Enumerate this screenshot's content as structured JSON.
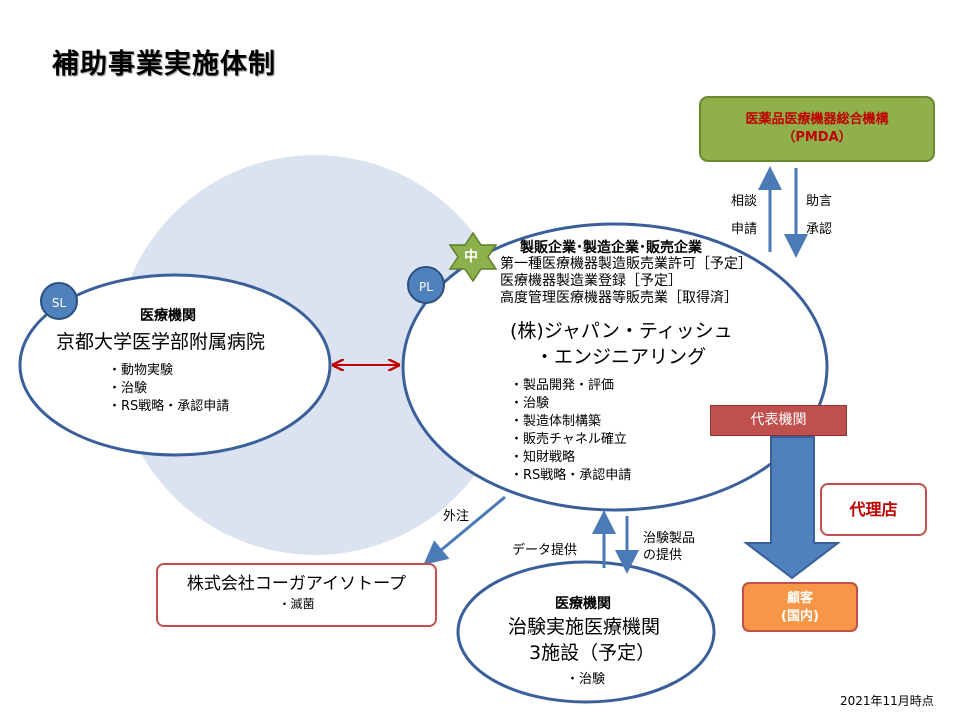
{
  "title": "補助事業実施体制",
  "sl_badge": "SL",
  "pl_badge": "PL",
  "kyoto": {
    "category": "医療機関",
    "name": "京都大学医学部附属病院",
    "items": [
      "・動物実験",
      "・治験",
      "・RS戦略・承認申請"
    ]
  },
  "japan_tissue": {
    "star_label": "中",
    "header": "製販企業･製造企業･販売企業",
    "licenses": [
      "第一種医療機器製造販売業許可［予定］",
      "医療機器製造業登録［予定］",
      "高度管理医療機器等販売業［取得済］"
    ],
    "name_line1": "(株)ジャパン・ティッシュ",
    "name_line2": "・エンジニアリング",
    "items": [
      "・製品開発・評価",
      "・治験",
      "・製造体制構築",
      "・販売チャネル確立",
      "・知財戦略",
      "・RS戦略・承認申請"
    ],
    "rep_label": "代表機関"
  },
  "pmda": {
    "line1": "医薬品医療機器総合機構",
    "line2": "（PMDA）"
  },
  "pmda_arrows": {
    "left_1": "相談",
    "left_2": "申請",
    "right_1": "助言",
    "right_2": "承認"
  },
  "agent": "代理店",
  "customer": {
    "line1": "顧客",
    "line2": "(国内)"
  },
  "outsource_label": "外注",
  "koga": {
    "name": "株式会社コーガアイソトープ",
    "item": "・滅菌"
  },
  "data_label": "データ提供",
  "trial_product_label_1": "治験製品",
  "trial_product_label_2": "の提供",
  "trial": {
    "category": "医療機関",
    "name": "治験実施医療機関",
    "count": "3施設（予定）",
    "item": "・治験"
  },
  "date_note": "2021年11月時点",
  "colors": {
    "ellipse_stroke": "#3a5f9a",
    "bg_circle": "#dbe3f0",
    "arrow_blue": "#4a7bb7",
    "pmda_fill": "#8fb04a",
    "pmda_text": "#c00000",
    "rep_fill": "#c0504d",
    "agent_border": "#c0504d",
    "customer_fill": "#f79646",
    "star_fill": "#8cb04c",
    "double_arrow": "#c00000"
  }
}
